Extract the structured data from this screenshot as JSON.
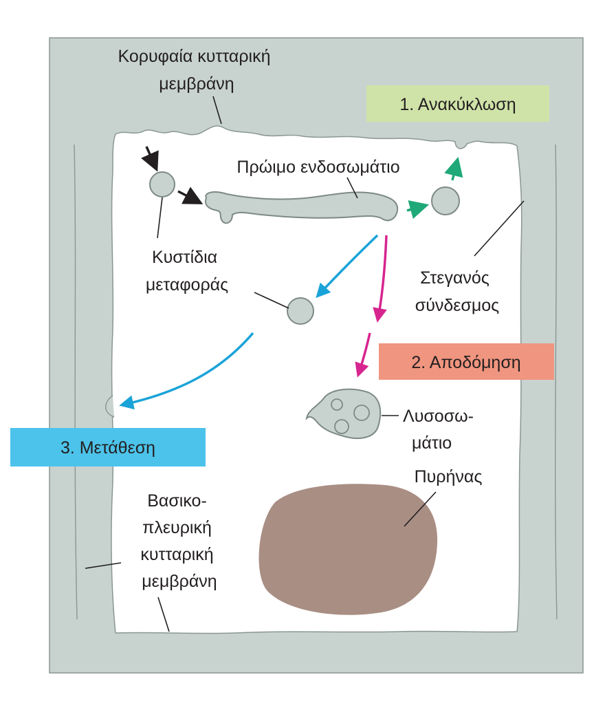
{
  "labels": {
    "apical_membrane": [
      "Κορυφαία κυτταρική",
      "μεμβράνη"
    ],
    "early_endosome": "Πρώιμο ενδοσωμάτιο",
    "transport_vesicles": [
      "Κυστίδια",
      "μεταφοράς"
    ],
    "tight_junction": [
      "Στεγανός",
      "σύνδεσμος"
    ],
    "lysosome": [
      "Λυσοσω-",
      "μάτιο"
    ],
    "nucleus": "Πυρήνας",
    "basolateral_membrane": [
      "Βασικο-",
      "πλευρική",
      "κυτταρική",
      "μεμβράνη"
    ]
  },
  "pathways": [
    {
      "label": "1. Ανακύκλωση",
      "color": "#cfe3a8",
      "arrow_color": "#1fa878"
    },
    {
      "label": "2. Αποδόμηση",
      "color": "#f0957f",
      "arrow_color": "#d7258f"
    },
    {
      "label": "3. Μετάθεση",
      "color": "#4cc3ea",
      "arrow_color": "#1aa3d8"
    }
  ],
  "colors": {
    "membrane": "#c8d3d0",
    "nucleus": "#a98e84",
    "endocytosis_arrow": "#231f20"
  }
}
